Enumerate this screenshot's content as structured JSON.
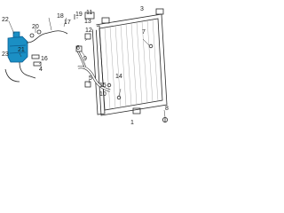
{
  "callouts": {
    "c1": "1",
    "c3": "3",
    "c4": "4",
    "c5": "5",
    "c6": "6",
    "c7": "7",
    "c8": "8",
    "c9": "9",
    "c10": "10",
    "c11": "11",
    "c12": "12",
    "c13": "13",
    "c14": "14",
    "c15": "15",
    "c16": "16",
    "c17": "17",
    "c18": "18",
    "c19": "19",
    "c20": "20",
    "c21": "21",
    "c22": "22",
    "c23": "23"
  },
  "colors": {
    "highlight": "#1b8fc4",
    "highlight_dark": "#0b5d91",
    "line": "#2a2a2a"
  },
  "parts": {
    "highlighted_icon": "reserve-tank-icon"
  }
}
